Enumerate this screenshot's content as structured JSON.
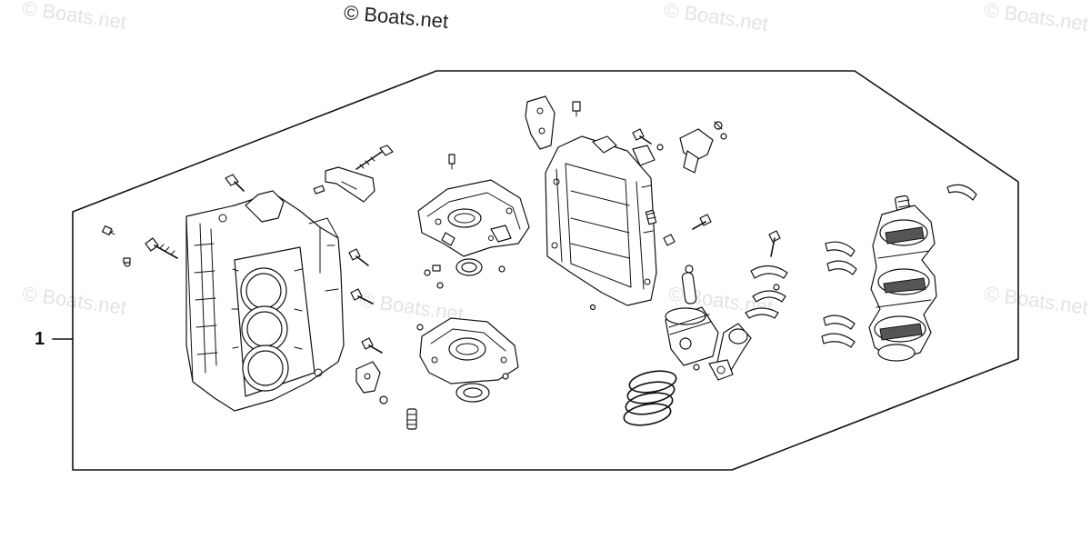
{
  "watermarks": {
    "main": "© Boats.net",
    "faded": "© Boats.net"
  },
  "callouts": [
    {
      "label": "1"
    }
  ],
  "colors": {
    "line": "#111111",
    "watermark_faded": "#e3e3e3",
    "background": "#ffffff"
  }
}
